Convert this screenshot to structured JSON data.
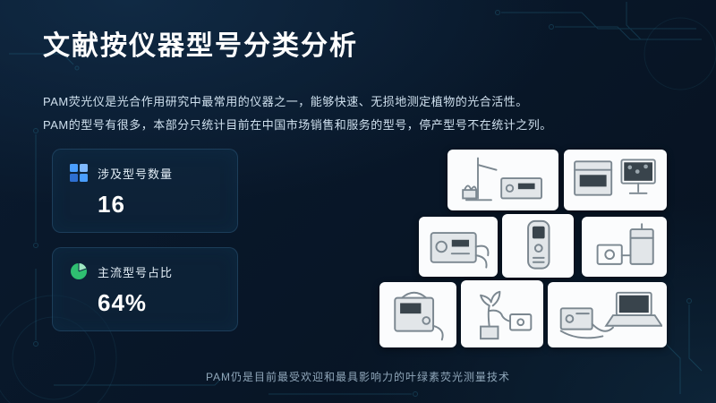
{
  "title": "文献按仪器型号分类分析",
  "intro": {
    "line1": "PAM荧光仪是光合作用研究中最常用的仪器之一，能够快速、无损地测定植物的光合活性。",
    "line2": "PAM的型号有很多，本部分只统计目前在中国市场销售和服务的型号，停产型号不在统计之列。"
  },
  "stats": [
    {
      "icon": "grid-squares-icon",
      "label": "涉及型号数量",
      "value": "16",
      "accent": "#4a9eff"
    },
    {
      "icon": "pie-chart-icon",
      "label": "主流型号占比",
      "value": "64%",
      "accent": "#2fbf71"
    }
  ],
  "gallery": [
    {
      "alt": "bench-stand-with-plant-and-control-unit"
    },
    {
      "alt": "imaging-system-with-monitor"
    },
    {
      "alt": "control-unit-with-cables"
    },
    {
      "alt": "handheld-fluorometer"
    },
    {
      "alt": "cuvette-chamber-unit"
    },
    {
      "alt": "portable-field-unit"
    },
    {
      "alt": "plant-leaf-clip-measurement"
    },
    {
      "alt": "laptop-connected-system"
    }
  ],
  "footer": "PAM仍是目前最受欢迎和最具影响力的叶绿素荧光测量技术",
  "colors": {
    "background": "#0a1a2e",
    "accent_teal": "#3aa8c9",
    "card_border": "#56a6d6",
    "stat_blue": "#4a9eff",
    "stat_green": "#2fbf71",
    "text_primary": "#ffffff",
    "text_secondary": "#cfe0ee",
    "footer_text": "#90a7ba"
  }
}
